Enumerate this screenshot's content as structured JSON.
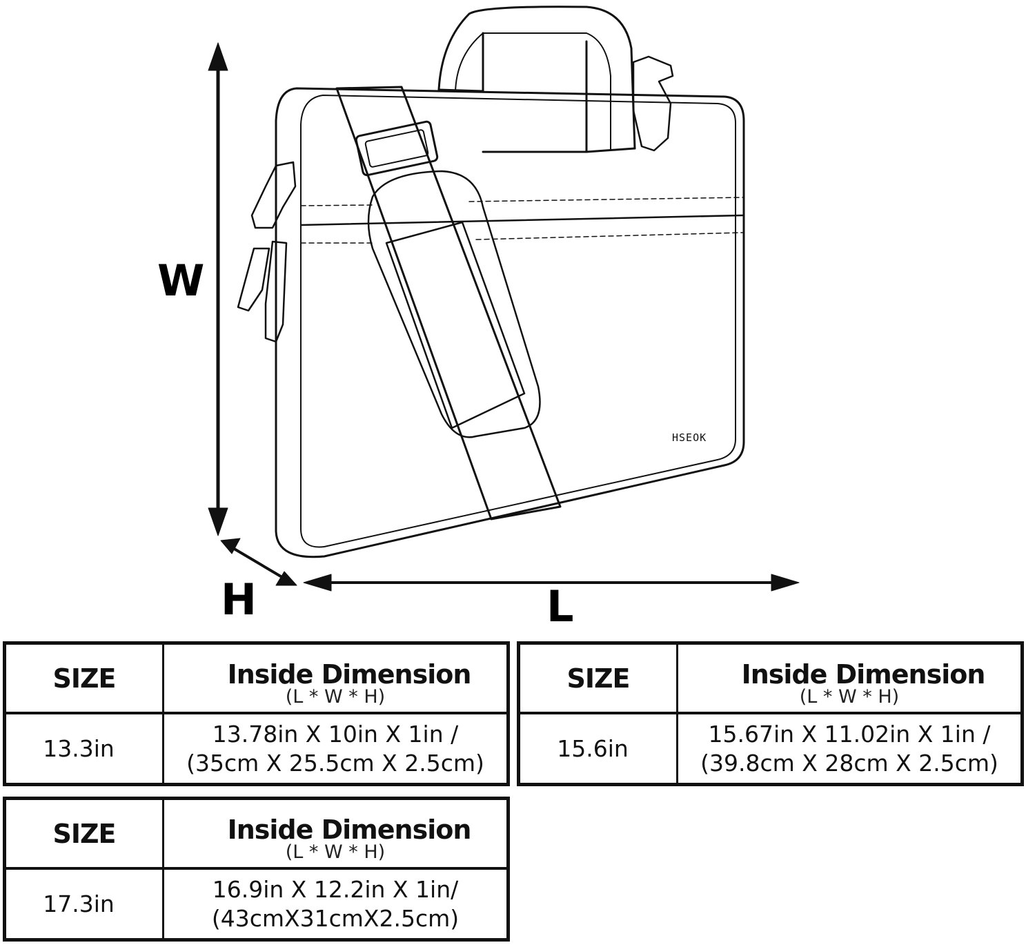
{
  "diagram": {
    "labels": {
      "width": "W",
      "height": "H",
      "length": "L"
    },
    "brand_logo": "HSEOK",
    "stroke_color": "#111111"
  },
  "tables": [
    {
      "size_header": "SIZE",
      "dimension_header": "Inside Dimension",
      "dimension_subheader": "(L * W * H)",
      "size": "13.3in",
      "dimension_line1": "13.78in X 10in X 1in /",
      "dimension_line2": "(35cm X 25.5cm X 2.5cm)"
    },
    {
      "size_header": "SIZE",
      "dimension_header": "Inside Dimension",
      "dimension_subheader": "(L * W * H)",
      "size": "15.6in",
      "dimension_line1": "15.67in X 11.02in X 1in /",
      "dimension_line2": "(39.8cm X 28cm X 2.5cm)"
    },
    {
      "size_header": "SIZE",
      "dimension_header": "Inside Dimension",
      "dimension_subheader": "(L * W * H)",
      "size": "17.3in",
      "dimension_line1": "16.9in X 12.2in X 1in/",
      "dimension_line2": "(43cmX31cmX2.5cm)"
    }
  ]
}
